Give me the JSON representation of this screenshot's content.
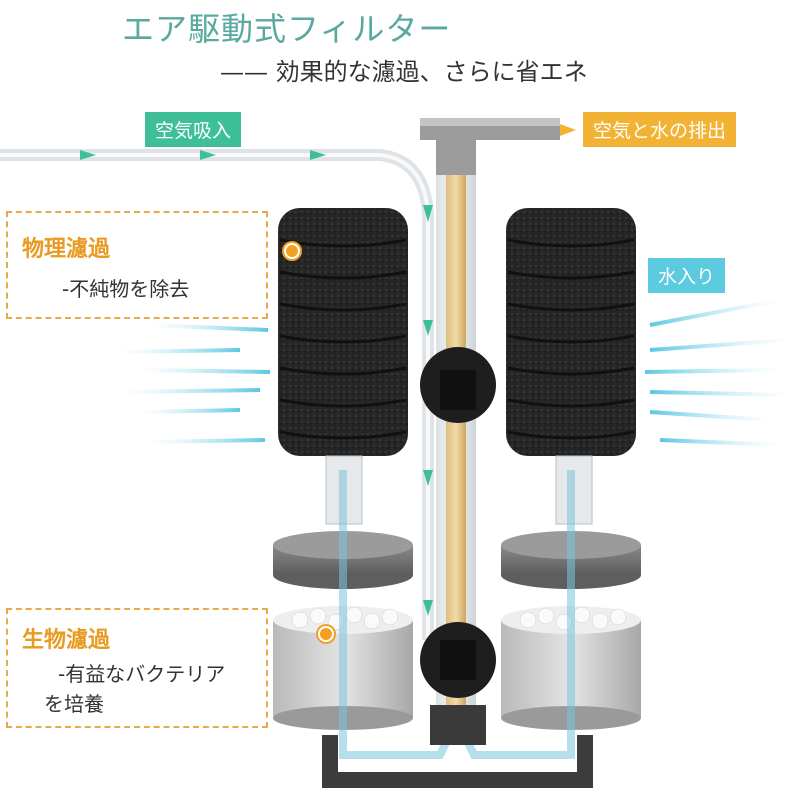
{
  "header": {
    "title": "エア駆動式フィルター",
    "subtitle": "—— 効果的な濾過、さらに省エネ"
  },
  "labels": {
    "air_in": "空気吸入",
    "air_water_out": "空気と水の排出",
    "water_in": "水入り"
  },
  "physical": {
    "heading": "物理濾過",
    "desc": "-不純物を除去"
  },
  "biological": {
    "heading": "生物濾過",
    "desc_line1": "-有益なバクテリア",
    "desc_line2": "を培養"
  },
  "colors": {
    "teal": "#3fbf98",
    "orange": "#f2b233",
    "cyan": "#5ccbe0",
    "title": "#5aa9a0",
    "sponge": "#2a2a2a"
  }
}
